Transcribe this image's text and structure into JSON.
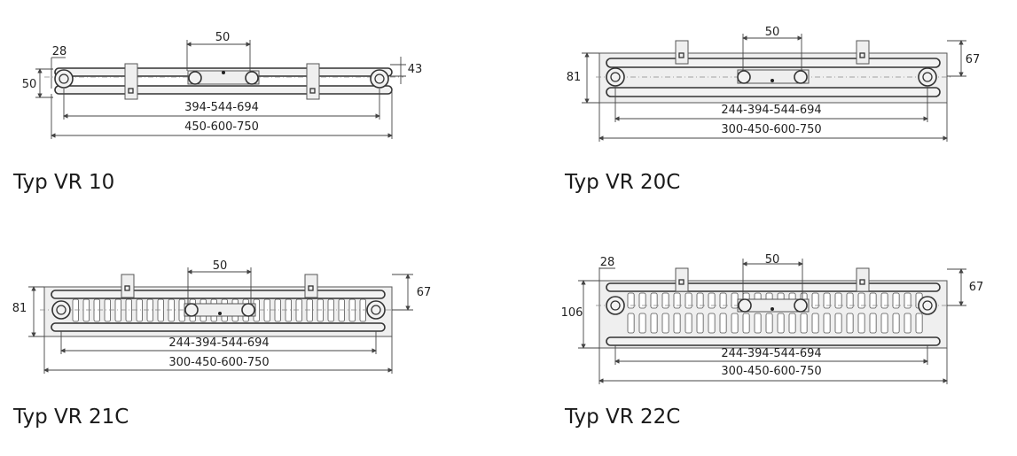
{
  "colors": {
    "line": "#333333",
    "text": "#222222",
    "background": "#ffffff"
  },
  "diagrams": [
    {
      "caption": "Typ VR 10",
      "dims": {
        "top_spacing": "50",
        "left_offset": "28",
        "height_left": "50",
        "height_right": "43",
        "inner_width": "394-544-694",
        "outer_width": "450-600-750"
      }
    },
    {
      "caption": "Typ VR 20C",
      "dims": {
        "top_spacing": "50",
        "height_left": "81",
        "height_right": "67",
        "inner_width": "244-394-544-694",
        "outer_width": "300-450-600-750"
      }
    },
    {
      "caption": "Typ VR 21C",
      "dims": {
        "top_spacing": "50",
        "height_left": "81",
        "height_right": "67",
        "inner_width": "244-394-544-694",
        "outer_width": "300-450-600-750"
      }
    },
    {
      "caption": "Typ VR 22C",
      "dims": {
        "top_spacing": "50",
        "left_offset": "28",
        "height_left": "106",
        "height_right": "67",
        "inner_width": "244-394-544-694",
        "outer_width": "300-450-600-750"
      }
    }
  ]
}
